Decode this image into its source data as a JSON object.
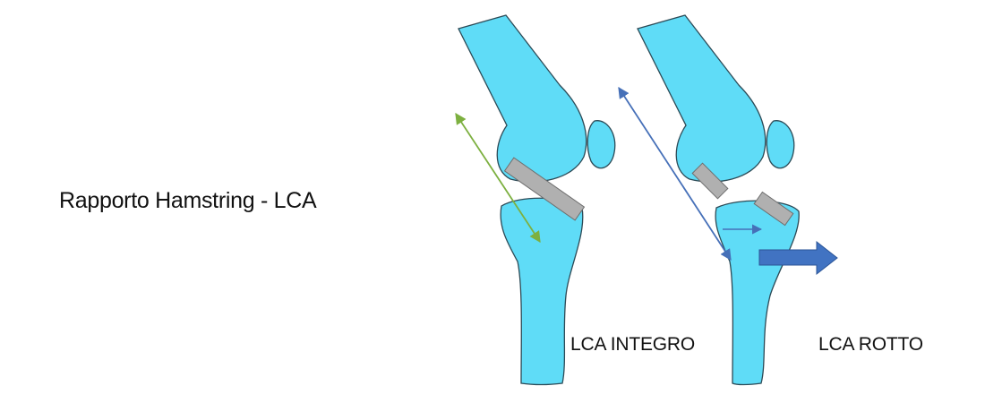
{
  "title": "Rapporto Hamstring - LCA",
  "labels": {
    "intact": "LCA INTEGRO",
    "torn": "LCA ROTTO"
  },
  "colors": {
    "bone_fill": "#5fdcf7",
    "bone_outline": "#2c4a56",
    "ligament_fill": "#b0b0b0",
    "ligament_outline": "#6e6e6e",
    "hamstring_arrow_intact": "#7db040",
    "hamstring_arrow_torn": "#4670b8",
    "anterior_translation_arrow": "#4173c2"
  }
}
